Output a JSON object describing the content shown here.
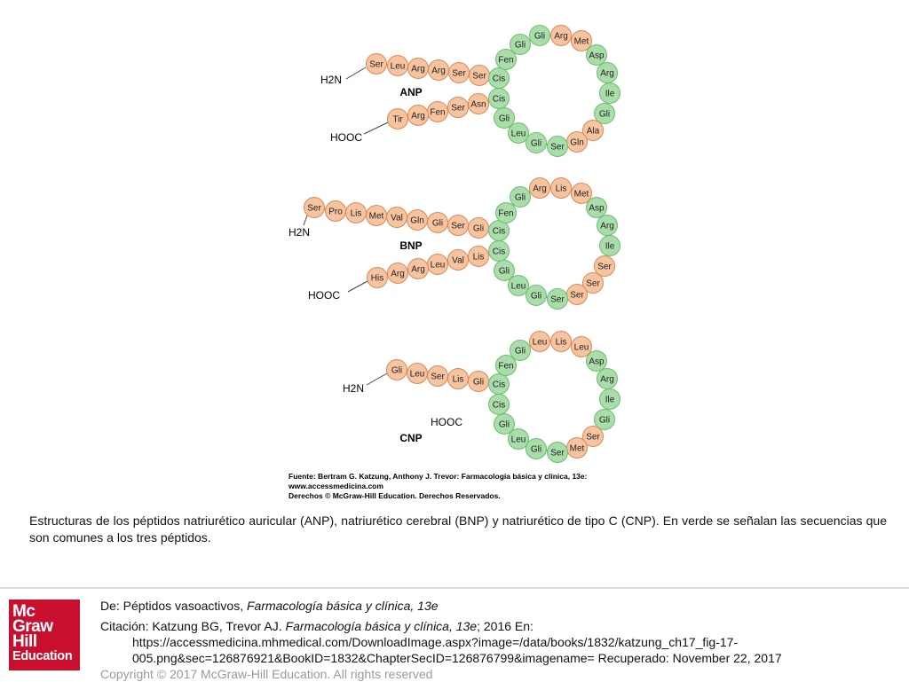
{
  "colors": {
    "orange_fill": "#f7c4a0",
    "orange_stroke": "#d9885a",
    "green_fill": "#a9dda9",
    "green_stroke": "#6fbb75",
    "logo_red": "#c8102e"
  },
  "peptides": [
    {
      "name": "ANP",
      "n_term": "H2N",
      "c_term": "HOOC",
      "n_tail": [
        {
          "res": "Ser",
          "c": "o"
        },
        {
          "res": "Leu",
          "c": "o"
        },
        {
          "res": "Arg",
          "c": "o"
        },
        {
          "res": "Arg",
          "c": "o"
        },
        {
          "res": "Ser",
          "c": "o"
        },
        {
          "res": "Ser",
          "c": "o"
        }
      ],
      "ring": [
        {
          "res": "Cis",
          "c": "g"
        },
        {
          "res": "Fen",
          "c": "g"
        },
        {
          "res": "Gli",
          "c": "g"
        },
        {
          "res": "Gli",
          "c": "g"
        },
        {
          "res": "Arg",
          "c": "o"
        },
        {
          "res": "Met",
          "c": "o"
        },
        {
          "res": "Asp",
          "c": "g"
        },
        {
          "res": "Arg",
          "c": "g"
        },
        {
          "res": "Ile",
          "c": "g"
        },
        {
          "res": "Gli",
          "c": "g"
        },
        {
          "res": "Ala",
          "c": "o"
        },
        {
          "res": "Gln",
          "c": "o"
        },
        {
          "res": "Ser",
          "c": "g"
        },
        {
          "res": "Gli",
          "c": "g"
        },
        {
          "res": "Leu",
          "c": "g"
        },
        {
          "res": "Gli",
          "c": "g"
        },
        {
          "res": "Cis",
          "c": "g"
        }
      ],
      "c_tail": [
        {
          "res": "Asn",
          "c": "o"
        },
        {
          "res": "Ser",
          "c": "o"
        },
        {
          "res": "Fen",
          "c": "o"
        },
        {
          "res": "Arg",
          "c": "o"
        },
        {
          "res": "Tir",
          "c": "o"
        }
      ]
    },
    {
      "name": "BNP",
      "n_term": "H2N",
      "c_term": "HOOC",
      "n_tail": [
        {
          "res": "Ser",
          "c": "o"
        },
        {
          "res": "Pro",
          "c": "o"
        },
        {
          "res": "Lis",
          "c": "o"
        },
        {
          "res": "Met",
          "c": "o"
        },
        {
          "res": "Val",
          "c": "o"
        },
        {
          "res": "Gln",
          "c": "o"
        },
        {
          "res": "Gli",
          "c": "o"
        },
        {
          "res": "Ser",
          "c": "o"
        },
        {
          "res": "Gli",
          "c": "o"
        }
      ],
      "ring": [
        {
          "res": "Cis",
          "c": "g"
        },
        {
          "res": "Fen",
          "c": "g"
        },
        {
          "res": "Gli",
          "c": "g"
        },
        {
          "res": "Arg",
          "c": "o"
        },
        {
          "res": "Lis",
          "c": "o"
        },
        {
          "res": "Met",
          "c": "o"
        },
        {
          "res": "Asp",
          "c": "g"
        },
        {
          "res": "Arg",
          "c": "g"
        },
        {
          "res": "Ile",
          "c": "g"
        },
        {
          "res": "Ser",
          "c": "o"
        },
        {
          "res": "Ser",
          "c": "o"
        },
        {
          "res": "Ser",
          "c": "o"
        },
        {
          "res": "Ser",
          "c": "g"
        },
        {
          "res": "Gli",
          "c": "g"
        },
        {
          "res": "Leu",
          "c": "g"
        },
        {
          "res": "Gli",
          "c": "g"
        },
        {
          "res": "Cis",
          "c": "g"
        }
      ],
      "c_tail": [
        {
          "res": "Lis",
          "c": "o"
        },
        {
          "res": "Val",
          "c": "o"
        },
        {
          "res": "Leu",
          "c": "o"
        },
        {
          "res": "Arg",
          "c": "o"
        },
        {
          "res": "Arg",
          "c": "o"
        },
        {
          "res": "His",
          "c": "o"
        }
      ]
    },
    {
      "name": "CNP",
      "n_term": "H2N",
      "c_term": "HOOC",
      "n_tail": [
        {
          "res": "Gli",
          "c": "o"
        },
        {
          "res": "Leu",
          "c": "o"
        },
        {
          "res": "Ser",
          "c": "o"
        },
        {
          "res": "Lis",
          "c": "o"
        },
        {
          "res": "Gli",
          "c": "o"
        }
      ],
      "ring": [
        {
          "res": "Cis",
          "c": "g"
        },
        {
          "res": "Fen",
          "c": "g"
        },
        {
          "res": "Gli",
          "c": "g"
        },
        {
          "res": "Leu",
          "c": "o"
        },
        {
          "res": "Lis",
          "c": "o"
        },
        {
          "res": "Leu",
          "c": "o"
        },
        {
          "res": "Asp",
          "c": "g"
        },
        {
          "res": "Arg",
          "c": "g"
        },
        {
          "res": "Ile",
          "c": "g"
        },
        {
          "res": "Gli",
          "c": "g"
        },
        {
          "res": "Ser",
          "c": "o"
        },
        {
          "res": "Met",
          "c": "o"
        },
        {
          "res": "Ser",
          "c": "g"
        },
        {
          "res": "Gli",
          "c": "g"
        },
        {
          "res": "Leu",
          "c": "g"
        },
        {
          "res": "Gli",
          "c": "g"
        },
        {
          "res": "Cis",
          "c": "g"
        }
      ],
      "c_tail": []
    }
  ],
  "source_note": [
    "Fuente: Bertram G. Katzung, Anthony J. Trevor: Farmacología básica y clínica, 13e:",
    "www.accessmedicina.com",
    "Derechos © McGraw-Hill Education. Derechos Reservados."
  ],
  "caption": "Estructuras de los péptidos natriurético auricular (ANP), natriurético cerebral (BNP) y natriurético de tipo C (CNP). En verde se señalan las secuencias que son comunes a los tres péptidos.",
  "logo_lines": [
    "Mc",
    "Graw",
    "Hill",
    "Education"
  ],
  "citation": {
    "from_prefix": "De: Péptidos vasoactivos, ",
    "book_title": "Farmacología básica y clínica, 13e",
    "cite_prefix": "Citación: Katzung BG, Trevor AJ",
    "cite_sep": ". ",
    "cite_edition": "; 2016 En:",
    "url_line1": "https://accessmedicina.mhmedical.com/DownloadImage.aspx?image=/data/books/1832/katzung_ch17_fig-17-",
    "url_line2": "005.png&sec=126876921&BookID=1832&ChapterSecID=126876799&imagename= Recuperado: November 22, 2017",
    "copyright": "Copyright © 2017 McGraw-Hill Education. All rights reserved"
  }
}
